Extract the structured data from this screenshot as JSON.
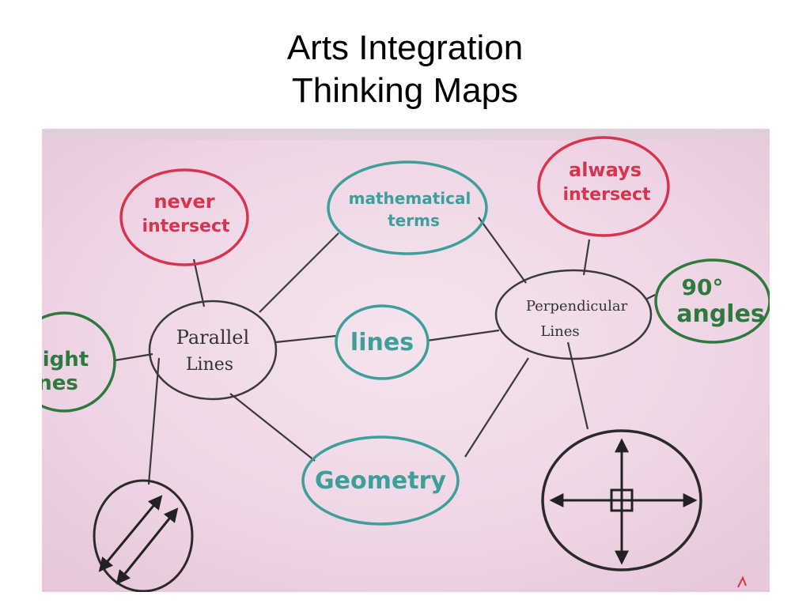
{
  "slide": {
    "title_line1": "Arts Integration",
    "title_line2": "Thinking Maps"
  },
  "diagram": {
    "center": "lines",
    "parallel_line1": "Parallel",
    "parallel_line2": "Lines",
    "perpendicular_line1": "Perpendicular",
    "perpendicular_line2": "Lines",
    "math_terms_line1": "mathematical",
    "math_terms_line2": "terms",
    "geometry": "Geometry",
    "never_line1": "never",
    "never_line2": "intersect",
    "always_line1": "always",
    "always_line2": "intersect",
    "angles_line1": "90°",
    "angles_line2": "angles",
    "straight_line1": "ight",
    "straight_line2": "nes"
  },
  "colors": {
    "paper": "#efd6e6",
    "ink": "#2a2a2a",
    "teal": "#3d9e9a",
    "red": "#d8344f",
    "green": "#2e7a3e"
  }
}
